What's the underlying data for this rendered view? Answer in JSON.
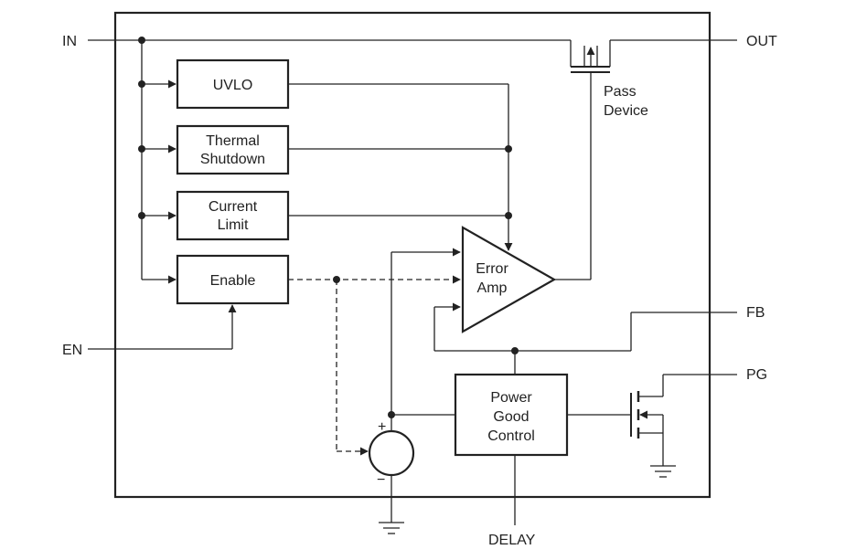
{
  "pins": {
    "in": "IN",
    "out": "OUT",
    "en": "EN",
    "fb": "FB",
    "pg": "PG",
    "delay": "DELAY"
  },
  "blocks": {
    "uvlo": [
      "UVLO"
    ],
    "thermal": [
      "Thermal",
      "Shutdown"
    ],
    "current": [
      "Current",
      "Limit"
    ],
    "enable": [
      "Enable"
    ],
    "error_amp": [
      "Error",
      "Amp"
    ],
    "power_good": [
      "Power",
      "Good",
      "Control"
    ],
    "pass_device": [
      "Pass",
      "Device"
    ]
  },
  "source_signs": {
    "plus": "+",
    "minus": "−"
  }
}
